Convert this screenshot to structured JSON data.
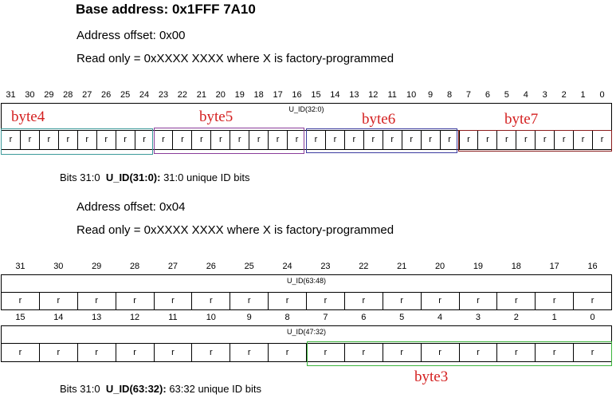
{
  "header": {
    "base_address": "Base address: 0x1FFF 7A10"
  },
  "reg0": {
    "offset": "Address offset: 0x00",
    "access": "Read only = 0xXXXX XXXX where X is factory-programmed",
    "bit_numbers": [
      "31",
      "30",
      "29",
      "28",
      "27",
      "26",
      "25",
      "24",
      "23",
      "22",
      "21",
      "20",
      "19",
      "18",
      "17",
      "16",
      "15",
      "14",
      "13",
      "12",
      "11",
      "10",
      "9",
      "8",
      "7",
      "6",
      "5",
      "4",
      "3",
      "2",
      "1",
      "0"
    ],
    "field_name": "U_ID(32:0)",
    "access_bits": [
      "r",
      "r",
      "r",
      "r",
      "r",
      "r",
      "r",
      "r",
      "r",
      "r",
      "r",
      "r",
      "r",
      "r",
      "r",
      "r",
      "r",
      "r",
      "r",
      "r",
      "r",
      "r",
      "r",
      "r",
      "r",
      "r",
      "r",
      "r",
      "r",
      "r",
      "r",
      "r"
    ],
    "desc_bits": "Bits 31:0",
    "desc_field": "U_ID(31:0):",
    "desc_text": "31:0 unique ID bits",
    "byte_labels": [
      "byte4",
      "byte5",
      "byte6",
      "byte7"
    ]
  },
  "reg1": {
    "offset": "Address offset: 0x04",
    "access": "Read only = 0xXXXX XXXX where X is factory-programmed",
    "upper_bit_numbers": [
      "31",
      "30",
      "29",
      "28",
      "27",
      "26",
      "25",
      "24",
      "23",
      "22",
      "21",
      "20",
      "19",
      "18",
      "17",
      "16"
    ],
    "upper_field": "U_ID(63:48)",
    "upper_access": [
      "r",
      "r",
      "r",
      "r",
      "r",
      "r",
      "r",
      "r",
      "r",
      "r",
      "r",
      "r",
      "r",
      "r",
      "r",
      "r"
    ],
    "lower_bit_numbers": [
      "15",
      "14",
      "13",
      "12",
      "11",
      "10",
      "9",
      "8",
      "7",
      "6",
      "5",
      "4",
      "3",
      "2",
      "1",
      "0"
    ],
    "lower_field": "U_ID(47:32)",
    "lower_access": [
      "r",
      "r",
      "r",
      "r",
      "r",
      "r",
      "r",
      "r",
      "r",
      "r",
      "r",
      "r",
      "r",
      "r",
      "r",
      "r"
    ],
    "desc_bits": "Bits 31:0",
    "desc_field": "U_ID(63:32):",
    "desc_text": "63:32 unique ID bits",
    "byte_labels": [
      "byte3"
    ]
  },
  "colors": {
    "label_red": "#d42020",
    "byte4_box": "#3c9a9a",
    "byte5_box": "#8a3c9a",
    "byte6_box": "#3c3ca0",
    "byte7_box": "#8a1c1c",
    "byte3_box": "#3cb43c"
  }
}
